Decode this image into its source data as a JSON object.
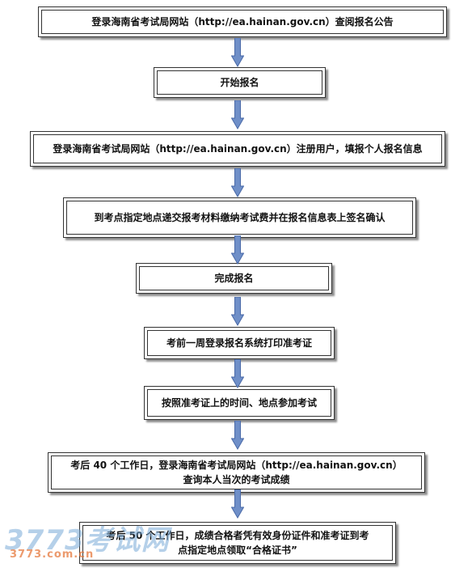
{
  "flowchart": {
    "steps": [
      {
        "lines": [
          "登录海南省考试局网站（http://ea.hainan.gov.cn）查阅报名公告"
        ]
      },
      {
        "lines": [
          "开始报名"
        ]
      },
      {
        "lines": [
          "登录海南省考试局网站（http://ea.hainan.gov.cn）注册用户，填报个人报名信息"
        ]
      },
      {
        "lines": [
          "到考点指定地点递交报考材料缴纳考试费并在报名信息表上签名确认"
        ]
      },
      {
        "lines": [
          "完成报名"
        ]
      },
      {
        "lines": [
          "考前一周登录报名系统打印准考证"
        ]
      },
      {
        "lines": [
          "按照准考证上的时间、地点参加考试"
        ]
      },
      {
        "lines": [
          "考后 40 个工作日，登录海南省考试局网站（http://ea.hainan.gov.cn）",
          "查询本人当次的考试成绩"
        ]
      },
      {
        "lines": [
          "考后 50 个工作日，成绩合格者凭有效身份证件和准考证到考",
          "点指定地点领取“合格证书”"
        ]
      }
    ],
    "arrow_color": "#6f8fc8",
    "arrow_outline": "#4a6aa8"
  },
  "watermark": {
    "logo_text": "3773考试网",
    "url_text": "3773.com.cn"
  }
}
